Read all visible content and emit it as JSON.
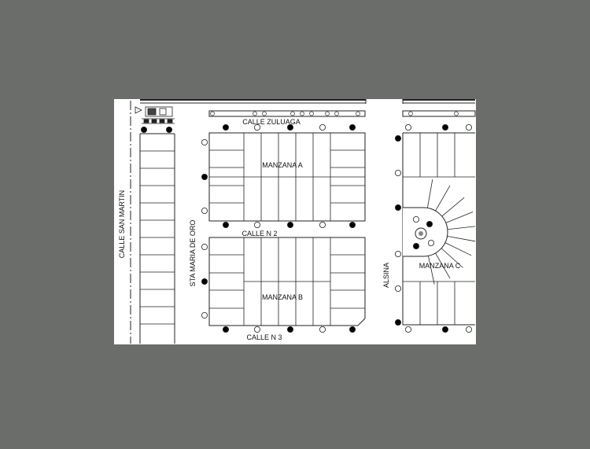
{
  "streets": {
    "zuluaga": "CALLE ZULUAGA",
    "n2": "CALLE N 2",
    "n3": "CALLE N 3",
    "san_martin": "CALLE SAN MARTIN",
    "sta_maria": "STA MARIA DE ORO",
    "alsina": "ALSINA"
  },
  "blocks": {
    "a": "MANZANA A",
    "b": "MANZANA B",
    "c": "MANZANA C"
  },
  "colors": {
    "background": "#6b6d6a",
    "sheet": "#ffffff",
    "line": "#222222",
    "light_filled": "#000000",
    "light_open": "#ffffff"
  },
  "legend_icons": [
    "tree-icon",
    "streetlight-filled-icon",
    "streetlight-open-icon"
  ]
}
